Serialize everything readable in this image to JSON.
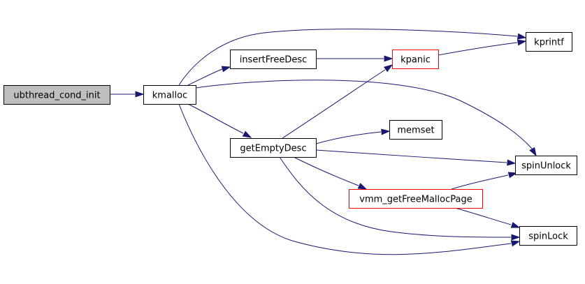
{
  "graph": {
    "nodes": [
      {
        "id": "ubthread_cond_init",
        "label": "ubthread_cond_init",
        "style": "root"
      },
      {
        "id": "kmalloc",
        "label": "kmalloc",
        "style": "normal"
      },
      {
        "id": "insertFreeDesc",
        "label": "insertFreeDesc",
        "style": "normal"
      },
      {
        "id": "getEmptyDesc",
        "label": "getEmptyDesc",
        "style": "normal"
      },
      {
        "id": "kpanic",
        "label": "kpanic",
        "style": "red"
      },
      {
        "id": "memset",
        "label": "memset",
        "style": "normal"
      },
      {
        "id": "vmm_getFreeMallocPage",
        "label": "vmm_getFreeMallocPage",
        "style": "red"
      },
      {
        "id": "kprintf",
        "label": "kprintf",
        "style": "normal"
      },
      {
        "id": "spinUnlock",
        "label": "spinUnlock",
        "style": "normal"
      },
      {
        "id": "spinLock",
        "label": "spinLock",
        "style": "normal"
      }
    ],
    "edges": [
      {
        "from": "ubthread_cond_init",
        "to": "kmalloc"
      },
      {
        "from": "kmalloc",
        "to": "kprintf"
      },
      {
        "from": "kmalloc",
        "to": "insertFreeDesc"
      },
      {
        "from": "kmalloc",
        "to": "spinUnlock"
      },
      {
        "from": "kmalloc",
        "to": "getEmptyDesc"
      },
      {
        "from": "kmalloc",
        "to": "spinLock"
      },
      {
        "from": "insertFreeDesc",
        "to": "kpanic"
      },
      {
        "from": "kpanic",
        "to": "kprintf"
      },
      {
        "from": "getEmptyDesc",
        "to": "kpanic"
      },
      {
        "from": "getEmptyDesc",
        "to": "memset"
      },
      {
        "from": "getEmptyDesc",
        "to": "spinUnlock"
      },
      {
        "from": "getEmptyDesc",
        "to": "vmm_getFreeMallocPage"
      },
      {
        "from": "getEmptyDesc",
        "to": "spinLock"
      },
      {
        "from": "vmm_getFreeMallocPage",
        "to": "spinUnlock"
      },
      {
        "from": "vmm_getFreeMallocPage",
        "to": "spinLock"
      }
    ]
  },
  "colors": {
    "edge": "#191970",
    "root_fill": "#bfbfbf",
    "node_border": "#000000",
    "red_border": "#ff0000",
    "node_fill": "#ffffff"
  }
}
